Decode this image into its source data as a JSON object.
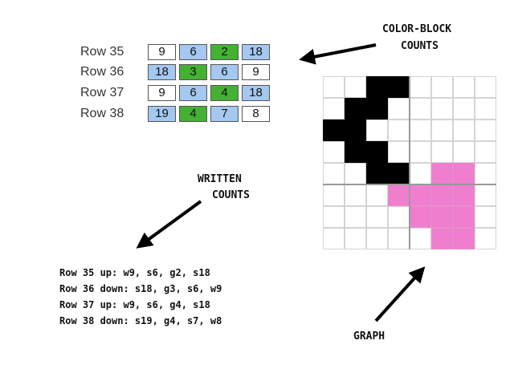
{
  "count_table": {
    "rows": [
      {
        "label": "Row 35",
        "cells": [
          {
            "value": "9",
            "color": "white"
          },
          {
            "value": "6",
            "color": "blue"
          },
          {
            "value": "2",
            "color": "green"
          },
          {
            "value": "18",
            "color": "blue"
          }
        ]
      },
      {
        "label": "Row 36",
        "cells": [
          {
            "value": "18",
            "color": "blue"
          },
          {
            "value": "3",
            "color": "green"
          },
          {
            "value": "6",
            "color": "blue"
          },
          {
            "value": "9",
            "color": "white"
          }
        ]
      },
      {
        "label": "Row 37",
        "cells": [
          {
            "value": "9",
            "color": "white"
          },
          {
            "value": "6",
            "color": "blue"
          },
          {
            "value": "4",
            "color": "green"
          },
          {
            "value": "18",
            "color": "blue"
          }
        ]
      },
      {
        "label": "Row 38",
        "cells": [
          {
            "value": "19",
            "color": "blue"
          },
          {
            "value": "4",
            "color": "green"
          },
          {
            "value": "7",
            "color": "blue"
          },
          {
            "value": "8",
            "color": "white"
          }
        ]
      }
    ]
  },
  "colors": {
    "white": "#ffffff",
    "blue": "#a4c8f0",
    "green": "#44b133",
    "black": "#000000",
    "pink": "#ef7ecf",
    "gridline": "#d4d4d4",
    "divider": "#999999"
  },
  "labels": {
    "color_block_1": "COLOR-BLOCK",
    "color_block_2": "COUNTS",
    "written_1": "WRITTEN",
    "written_2": "COUNTS",
    "graph": "GRAPH"
  },
  "written_counts": [
    "Row 35 up: w9, s6, g2, s18",
    "Row 36 down: s18, g3, s6, w9",
    "Row 37 up: w9, s6, g4, s18",
    "Row 38 down: s19, g4, s7, w8"
  ],
  "graph": {
    "grid": [
      "00220000",
      "02200000",
      "22000000",
      "02200000",
      "00220110",
      "00011110",
      "00001110",
      "00000110"
    ]
  }
}
